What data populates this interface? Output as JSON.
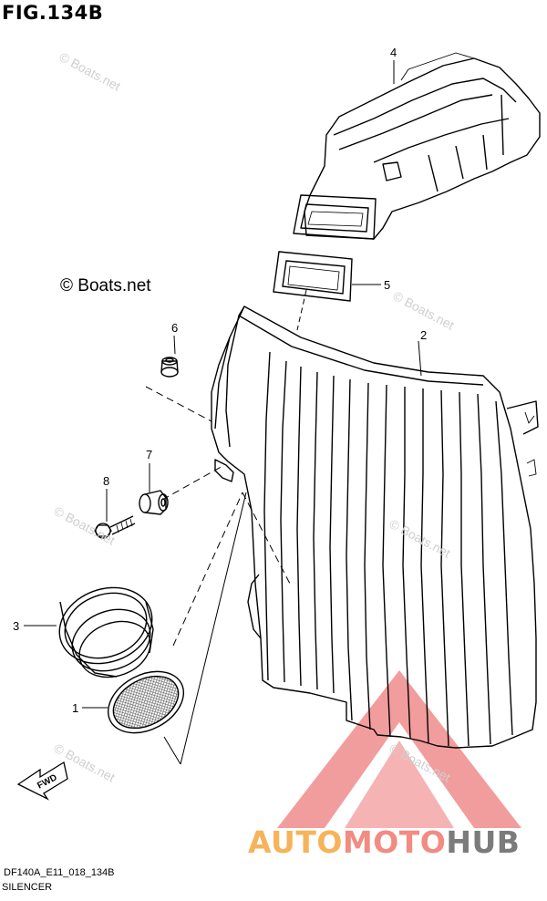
{
  "figure": {
    "title": "FIG.134B",
    "code": "DF140A_E11_018_134B",
    "caption": "SILENCER"
  },
  "callouts": [
    "4",
    "5",
    "2",
    "6",
    "7",
    "8",
    "3",
    "1"
  ],
  "direction_label": "FWD",
  "watermark": {
    "main_text": "© Boats.net",
    "faded_text": "© Boats.net"
  },
  "brand": {
    "part1": "AUTO",
    "part2": "MOTO",
    "part3": "HUB",
    "colors": {
      "auto": "#f6b35a",
      "moto": "#f28b82",
      "hub": "#7b7b7b",
      "triangle": "#f08c8c"
    }
  },
  "parts": [
    {
      "callout": "1",
      "name": "filter-screen"
    },
    {
      "callout": "2",
      "name": "silencer-case"
    },
    {
      "callout": "3",
      "name": "rubber-seal"
    },
    {
      "callout": "4",
      "name": "intake-duct"
    },
    {
      "callout": "5",
      "name": "duct-seal"
    },
    {
      "callout": "6",
      "name": "grommet"
    },
    {
      "callout": "7",
      "name": "grommet"
    },
    {
      "callout": "8",
      "name": "bolt"
    }
  ]
}
